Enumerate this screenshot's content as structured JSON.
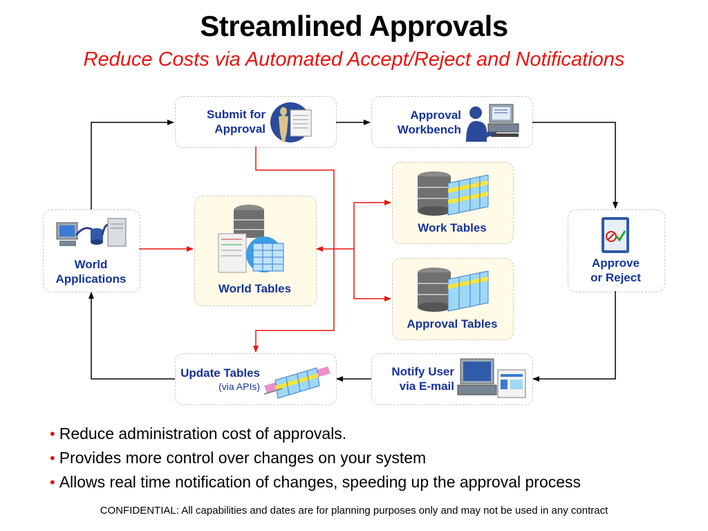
{
  "title": "Streamlined Approvals",
  "subtitle": "Reduce Costs via Automated Accept/Reject and Notifications",
  "nodes": {
    "submit": {
      "line1": "Submit for",
      "line2": "Approval"
    },
    "workbench": {
      "line1": "Approval",
      "line2": "Workbench"
    },
    "world_apps": {
      "line1": "World",
      "line2": "Applications"
    },
    "world_tables": {
      "label": "World Tables"
    },
    "work_tables": {
      "label": "Work Tables"
    },
    "approval_tables": {
      "label": "Approval Tables"
    },
    "approve": {
      "line1": "Approve",
      "line2": "or Reject"
    },
    "update": {
      "line1": "Update Tables",
      "line2": "(via APIs)"
    },
    "notify": {
      "line1": "Notify User",
      "line2": "via E-mail"
    }
  },
  "bullets": [
    "Reduce administration cost of approvals.",
    "Provides more control over changes on your system",
    "Allows real time notification of changes, speeding up the approval process"
  ],
  "footer": "CONFIDENTIAL:  All capabilities and dates are for planning purposes only and may not be used in any contract",
  "colors": {
    "accent_red": "#e8140f",
    "label_blue": "#15329b",
    "connector_black": "#000000",
    "panel_yellow": "#fffbe6"
  }
}
